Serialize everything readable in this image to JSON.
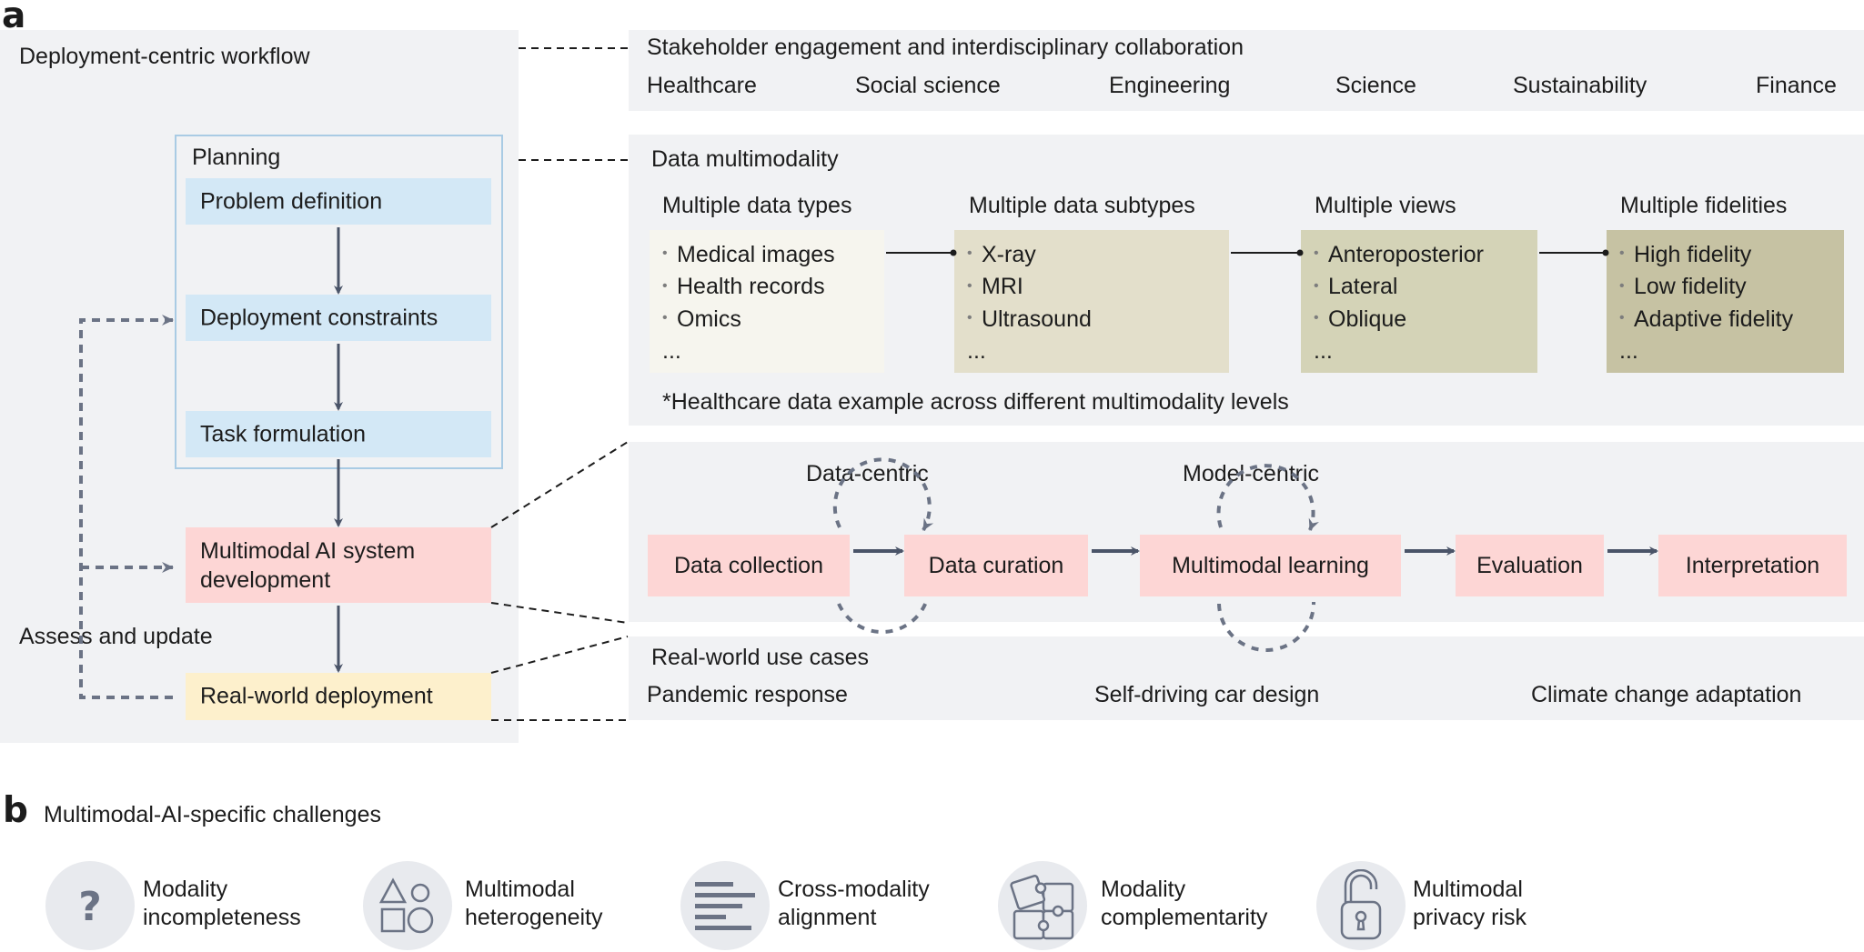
{
  "panel_a": {
    "label": "a",
    "workflow": {
      "title": "Deployment-centric workflow",
      "planning": {
        "title": "Planning",
        "steps": [
          "Problem definition",
          "Deployment constraints",
          "Task formulation"
        ]
      },
      "development": {
        "line1": "Multimodal AI system",
        "line2": "development"
      },
      "deployment": "Real-world deployment",
      "feedback_label": "Assess and update"
    },
    "stakeholder": {
      "title": "Stakeholder engagement and interdisciplinary collaboration",
      "domains": [
        "Healthcare",
        "Social science",
        "Engineering",
        "Science",
        "Sustainability",
        "Finance"
      ]
    },
    "data_multimodality": {
      "title": "Data multimodality",
      "levels": [
        {
          "title": "Multiple data types",
          "items": [
            "Medical images",
            "Health records",
            "Omics"
          ],
          "more": "...",
          "color": "#f6f5ee"
        },
        {
          "title": "Multiple data subtypes",
          "items": [
            "X-ray",
            "MRI",
            "Ultrasound"
          ],
          "more": "...",
          "color": "#e3dfcb"
        },
        {
          "title": "Multiple views",
          "items": [
            "Anteroposterior",
            "Lateral",
            "Oblique"
          ],
          "more": "...",
          "color": "#d4d3b7"
        },
        {
          "title": "Multiple fidelities",
          "items": [
            "High fidelity",
            "Low fidelity",
            "Adaptive fidelity"
          ],
          "more": "...",
          "color": "#c6c2a3"
        }
      ],
      "footnote": "*Healthcare data example across different multimodality levels"
    },
    "pipeline": {
      "loops": [
        "Data-centric",
        "Model-centric"
      ],
      "steps": [
        "Data collection",
        "Data curation",
        "Multimodal learning",
        "Evaluation",
        "Interpretation"
      ]
    },
    "use_cases": {
      "title": "Real-world use cases",
      "items": [
        "Pandemic response",
        "Self-driving car design",
        "Climate change adaptation"
      ]
    }
  },
  "panel_b": {
    "label": "b",
    "title": "Multimodal-AI-specific challenges",
    "challenges": [
      {
        "icon": "question-mark-icon",
        "line1": "Modality",
        "line2": "incompleteness"
      },
      {
        "icon": "shapes-icon",
        "line1": "Multimodal",
        "line2": "heterogeneity"
      },
      {
        "icon": "align-lines-icon",
        "line1": "Cross-modality",
        "line2": "alignment"
      },
      {
        "icon": "puzzle-icon",
        "line1": "Modality",
        "line2": "complementarity"
      },
      {
        "icon": "unlocked-padlock-icon",
        "line1": "Multimodal",
        "line2": "privacy risk"
      }
    ]
  },
  "colors": {
    "panel_bg": "#f1f2f4",
    "planning_blue": "#d3e8f6",
    "development_pink": "#fdd6d5",
    "deployment_yellow": "#fdf0cc",
    "arrow": "#4a5468",
    "dashed_feedback": "#6b7385"
  }
}
